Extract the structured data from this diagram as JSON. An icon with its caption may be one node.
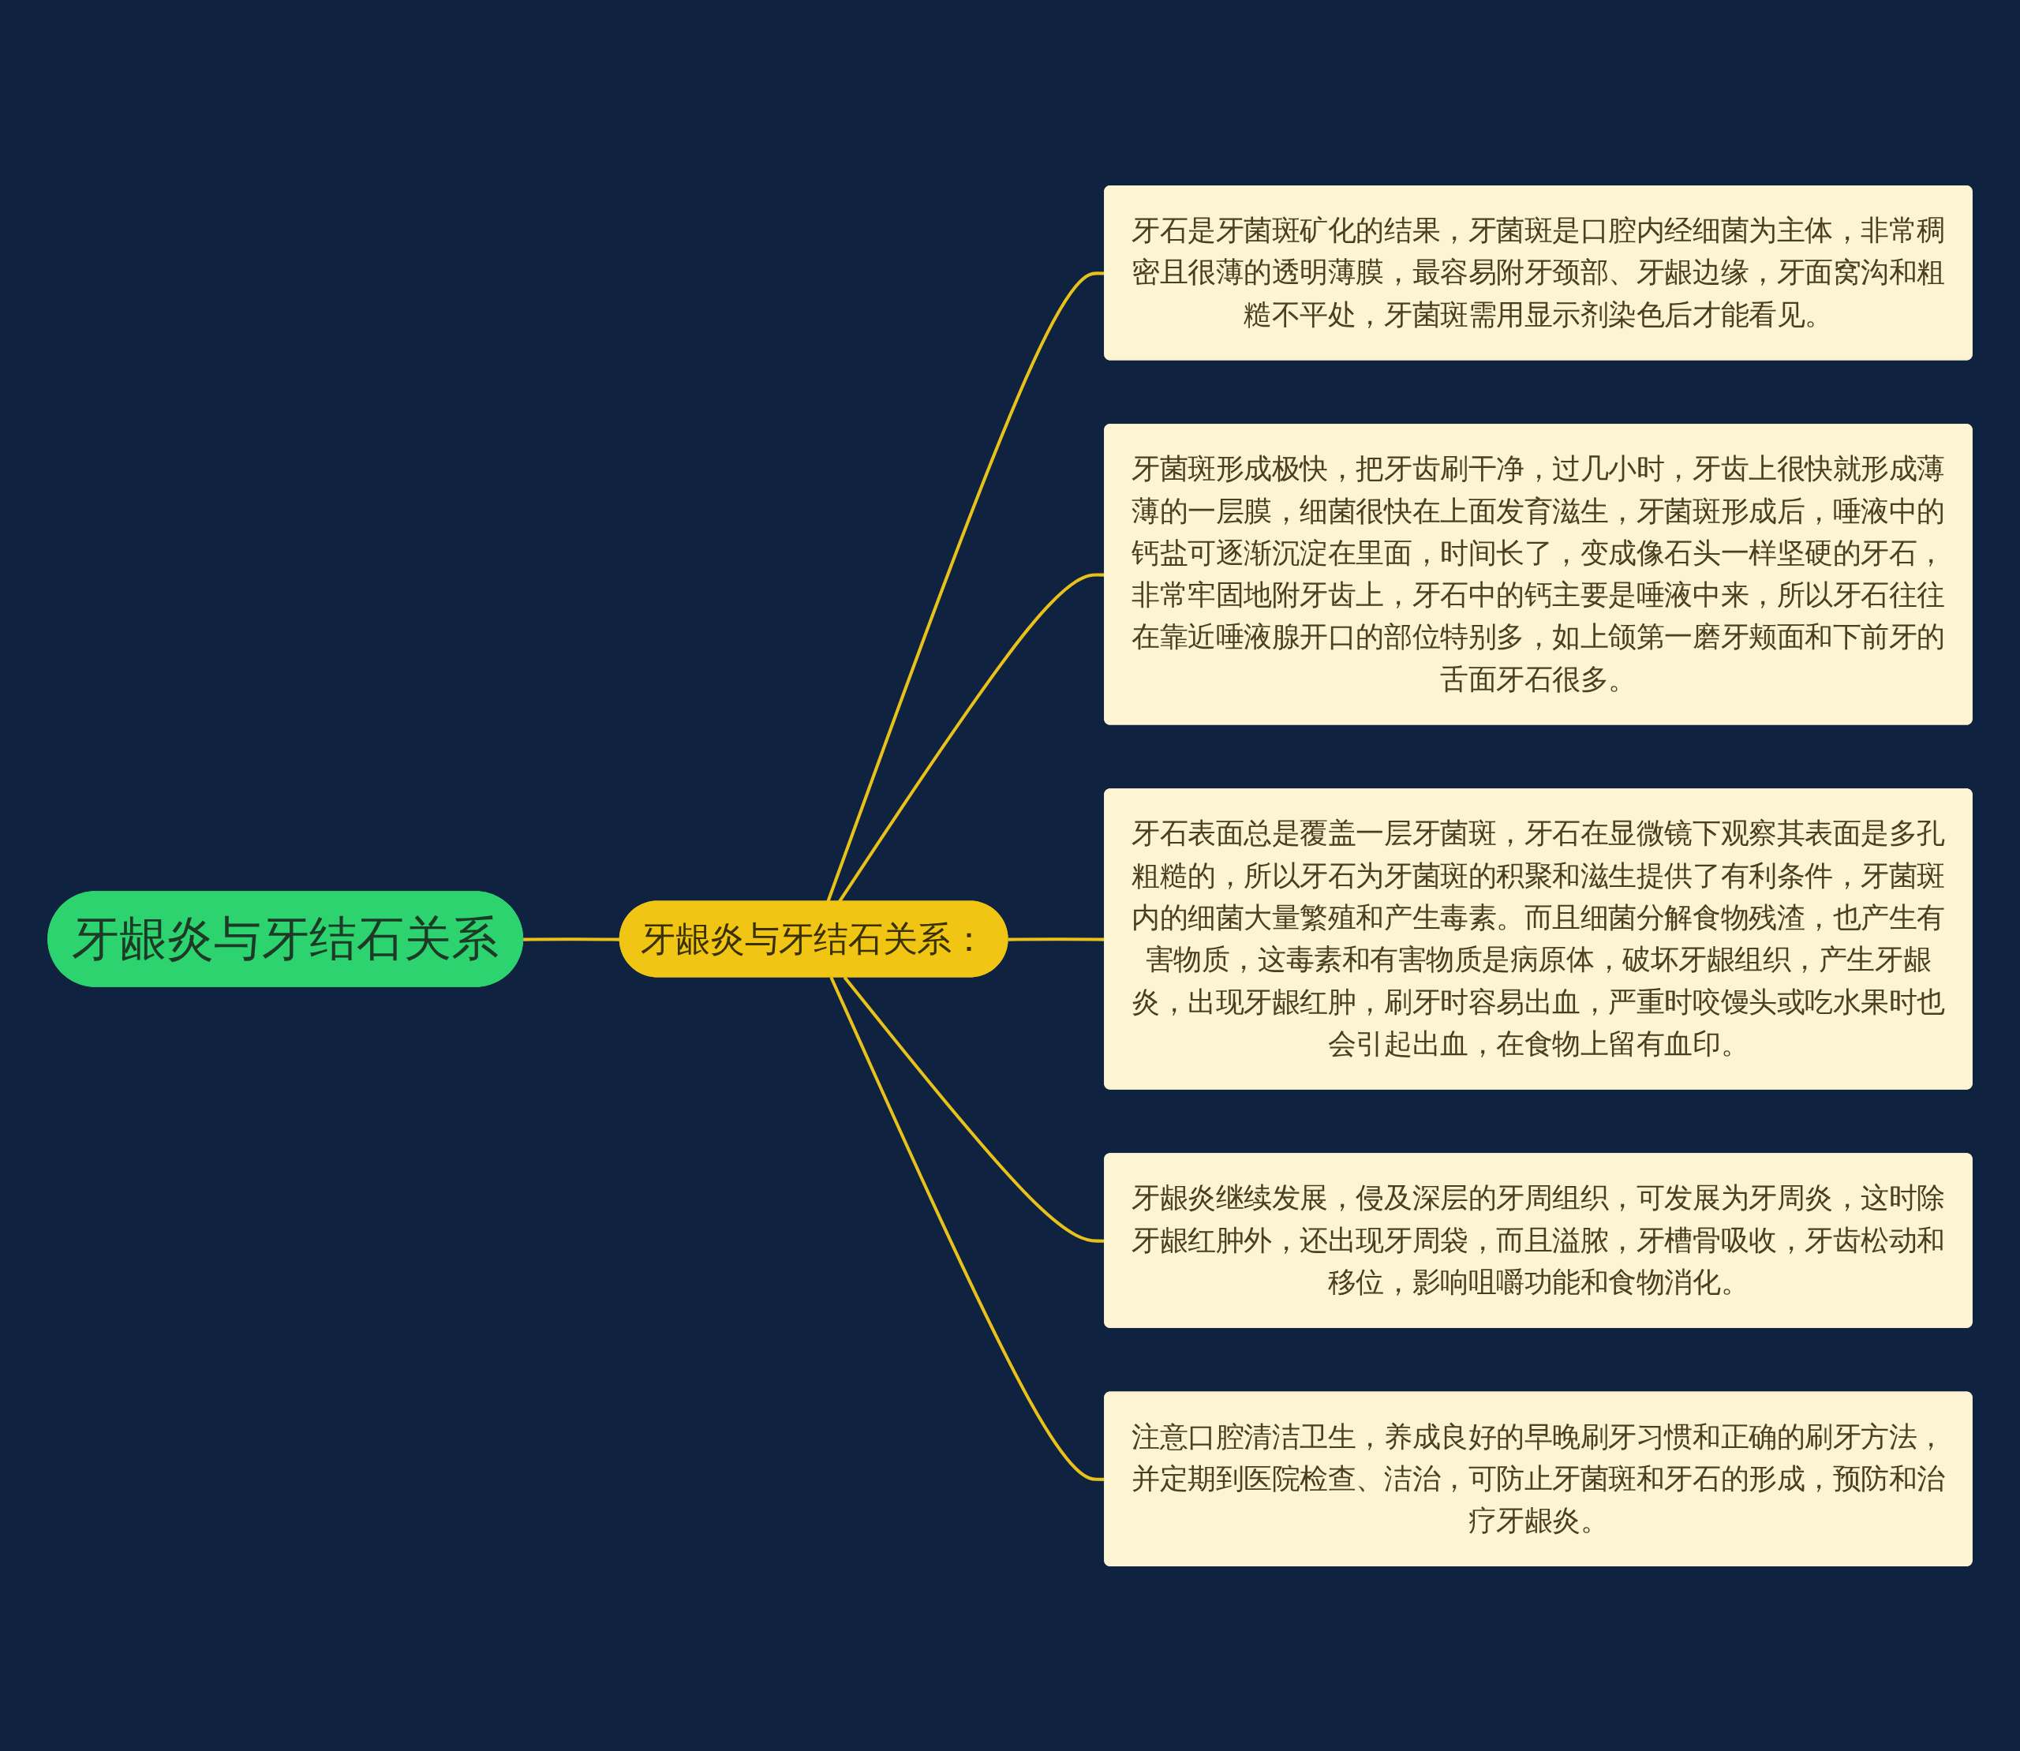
{
  "diagram": {
    "nodes": [
      {
        "text": [
          "牙龈炎与牙结石关系"
        ]
      },
      {
        "text": [
          "牙龈炎与牙结石关系："
        ]
      },
      {
        "text": [
          "牙石是牙菌斑矿化的结果，牙菌斑是口腔内经细菌为主体，非常稠密且很薄的透明薄膜，最容易附牙颈部、牙龈边缘，牙面窝沟和粗糙不平处，牙菌斑需用显示剂染色后才能看见。"
        ]
      },
      {
        "text": [
          "牙菌斑形成极快，把牙齿刷干净，过几小时，牙齿上很快就形成薄薄的一层膜，细菌很快在上面发育滋生，牙菌斑形成后，唾液中的钙盐可逐渐沉淀在里面，时间长了，变成像石头一样坚硬的牙石，非常牢固地附牙齿上，牙石中的钙主要是唾液中来，所以牙石往往在靠近唾液腺开口的部位特别多，如上颌第一磨牙颊面和下前牙的舌面牙石很多。"
        ]
      },
      {
        "text": [
          "牙石表面总是覆盖一层牙菌斑，牙石在显微镜下观察其表面是多孔粗糙的，所以牙石为牙菌斑的积聚和滋生提供了有利条件，牙菌斑内的细菌大量繁殖和产生毒素。而且细菌分解食物残渣，也产生有害物质，这毒素和有害物质是病原体，破坏牙龈组织，产生牙龈炎，出现牙龈红肿，刷牙时容易出血，严重时咬馒头或吃水果时也会引起出血，在食物上留有血印。"
        ]
      },
      {
        "text": [
          "牙龈炎继续发展，侵及深层的牙周组织，可发展为牙周炎，这时除牙龈红肿外，还出现牙周袋，而且溢脓，牙槽骨吸收，牙齿松动和移位，影响咀嚼功能和食物消化。"
        ]
      },
      {
        "text": [
          "注意口腔清洁卫生，养成良好的早晚刷牙习惯和正确的刷牙方法，并定期到医院检查、洁治，可防止牙菌斑和牙石的形成，预防和治疗牙龈炎。"
        ]
      }
    ],
    "edges": [
      {
        "from": 0,
        "to": 1,
        "arrow": "none"
      },
      {
        "from": 1,
        "to": 2,
        "arrow": "none"
      },
      {
        "from": 1,
        "to": 3,
        "arrow": "none"
      },
      {
        "from": 1,
        "to": 4,
        "arrow": "none"
      },
      {
        "from": 1,
        "to": 5,
        "arrow": "none"
      },
      {
        "from": 1,
        "to": 6,
        "arrow": "none"
      }
    ]
  }
}
